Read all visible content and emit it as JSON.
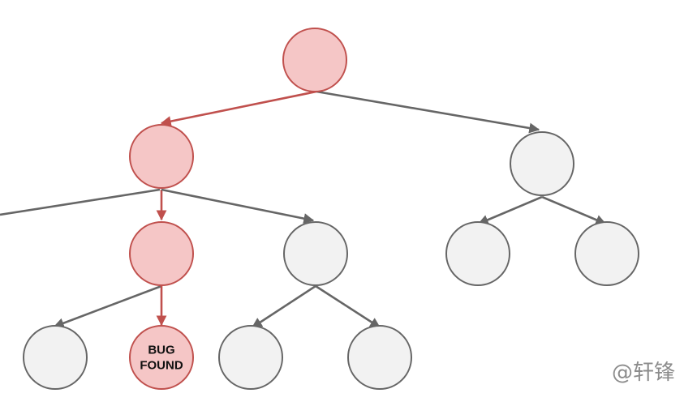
{
  "diagram": {
    "type": "tree",
    "nodes": [
      {
        "id": "root",
        "state": "highlighted",
        "label": ""
      },
      {
        "id": "l1-left",
        "state": "highlighted",
        "label": ""
      },
      {
        "id": "l1-right",
        "state": "normal",
        "label": ""
      },
      {
        "id": "l2-a",
        "state": "highlighted",
        "label": ""
      },
      {
        "id": "l2-b",
        "state": "normal",
        "label": ""
      },
      {
        "id": "l2-c",
        "state": "normal",
        "label": ""
      },
      {
        "id": "l2-d",
        "state": "normal",
        "label": ""
      },
      {
        "id": "l3-a",
        "state": "normal",
        "label": ""
      },
      {
        "id": "l3-bug",
        "state": "highlighted",
        "label": [
          "BUG",
          "FOUND"
        ]
      },
      {
        "id": "l3-c",
        "state": "normal",
        "label": ""
      },
      {
        "id": "l3-d",
        "state": "normal",
        "label": ""
      }
    ],
    "edges": [
      {
        "from": "root",
        "to": "l1-left",
        "state": "highlighted"
      },
      {
        "from": "root",
        "to": "l1-right",
        "state": "normal"
      },
      {
        "from": "l1-left",
        "to": "l2-a",
        "state": "highlighted"
      },
      {
        "from": "l1-left",
        "to": "l2-b",
        "state": "normal"
      },
      {
        "from": "l1-right",
        "to": "l2-c",
        "state": "normal"
      },
      {
        "from": "l1-right",
        "to": "l2-d",
        "state": "normal"
      },
      {
        "from": "l2-a",
        "to": "l3-a",
        "state": "normal"
      },
      {
        "from": "l2-a",
        "to": "l3-bug",
        "state": "highlighted"
      },
      {
        "from": "l2-b",
        "to": "l3-c",
        "state": "normal"
      },
      {
        "from": "l2-b",
        "to": "l3-d",
        "state": "normal"
      }
    ]
  },
  "colors": {
    "highlight_fill": "#f5c6c6",
    "highlight_stroke": "#c0504d",
    "normal_fill": "#f2f2f2",
    "normal_stroke": "#666666",
    "normal_edge": "#666666",
    "highlight_edge": "#c0504d"
  },
  "watermark": {
    "text": "@轩锋"
  }
}
